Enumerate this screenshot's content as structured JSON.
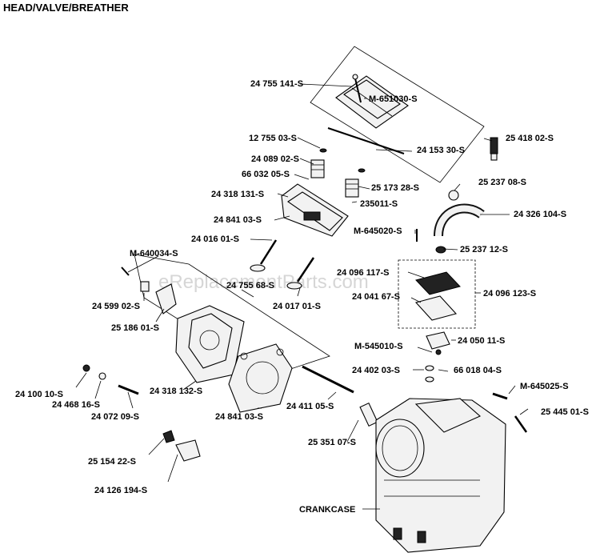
{
  "title": "HEAD/VALVE/BREATHER",
  "watermark": "eReplacementParts.com",
  "parts": {
    "p1": "24 755 141-S",
    "p2": "M-651030-S",
    "p3": "12 755 03-S",
    "p4": "24 153 30-S",
    "p5": "25 418 02-S",
    "p6": "24 089 02-S",
    "p7": "66 032 05-S",
    "p8": "25 173 28-S",
    "p9": "25 237 08-S",
    "p10": "24 318 131-S",
    "p11": "235011-S",
    "p12": "24 326 104-S",
    "p13": "24 841 03-S",
    "p14": "M-645020-S",
    "p15": "24 016 01-S",
    "p16": "25 237 12-S",
    "p17": "M-640034-S",
    "p18": "24 096 117-S",
    "p19": "24 755 68-S",
    "p20": "24 041 67-S",
    "p21": "24 096 123-S",
    "p22": "24 599 02-S",
    "p23": "24 017 01-S",
    "p24": "25 186 01-S",
    "p25": "24 050 11-S",
    "p26": "M-545010-S",
    "p27": "24 402 03-S",
    "p28": "66 018 04-S",
    "p29": "M-645025-S",
    "p30": "24 100 10-S",
    "p31": "24 468 16-S",
    "p32": "24 318 132-S",
    "p33": "24 072 09-S",
    "p34": "24 841 03-S",
    "p35": "24 411 05-S",
    "p36": "25 445 01-S",
    "p37": "25 351 07-S",
    "p38": "25 154 22-S",
    "p39": "24 126 194-S",
    "p40": "CRANKCASE"
  }
}
